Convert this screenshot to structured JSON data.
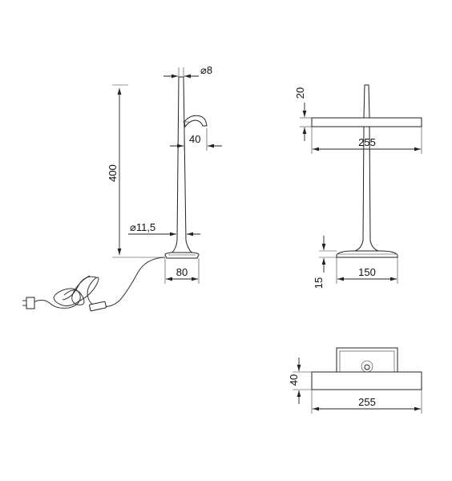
{
  "dimensions": {
    "side_height": "400",
    "stem_diameter": "⌀8",
    "head_depth": "40",
    "stem_base_diameter": "⌀11,5",
    "base_width_side": "80",
    "head_thickness": "20",
    "head_width_front": "255",
    "base_thickness": "15",
    "base_width_front": "150",
    "top_depth": "40",
    "top_width": "255"
  }
}
